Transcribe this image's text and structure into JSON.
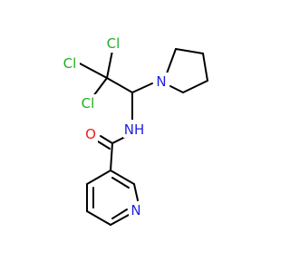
{
  "molecule": {
    "atoms": [
      {
        "label": "Cl",
        "color": "#1fb01f"
      },
      {
        "label": "Cl",
        "color": "#1fb01f"
      },
      {
        "label": "Cl",
        "color": "#1fb01f"
      },
      {
        "label": "N",
        "color": "#1f1fe6"
      },
      {
        "label": "NH",
        "color": "#1f1fe6"
      },
      {
        "label": "O",
        "color": "#e61f1f"
      },
      {
        "label": "N",
        "color": "#1f1fe6"
      }
    ]
  }
}
